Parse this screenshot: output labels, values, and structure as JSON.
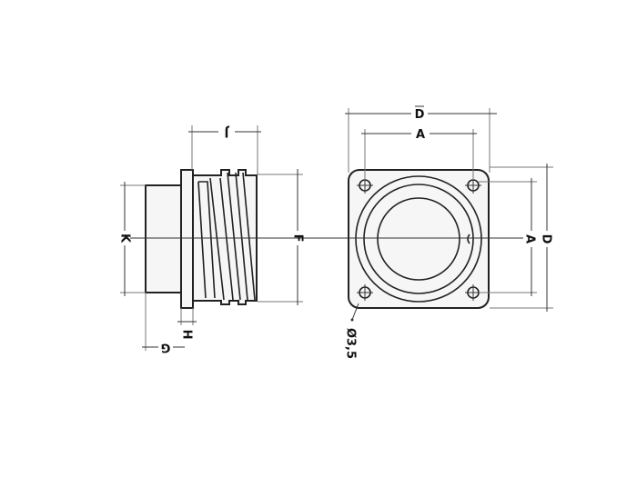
{
  "drawing": {
    "title": "Square flange receptacle dimension drawing",
    "side_view": {
      "labels": {
        "J": "J",
        "K": "K",
        "F": "F",
        "H": "H",
        "G": "G"
      }
    },
    "front_view": {
      "labels": {
        "D_top": "D",
        "A_top": "A",
        "A_right": "A",
        "D_right": "D",
        "hole_diameter": "Ø3,5"
      }
    },
    "colors": {
      "line": "#222222",
      "background": "#ffffff",
      "fill": "#f6f6f6"
    }
  }
}
